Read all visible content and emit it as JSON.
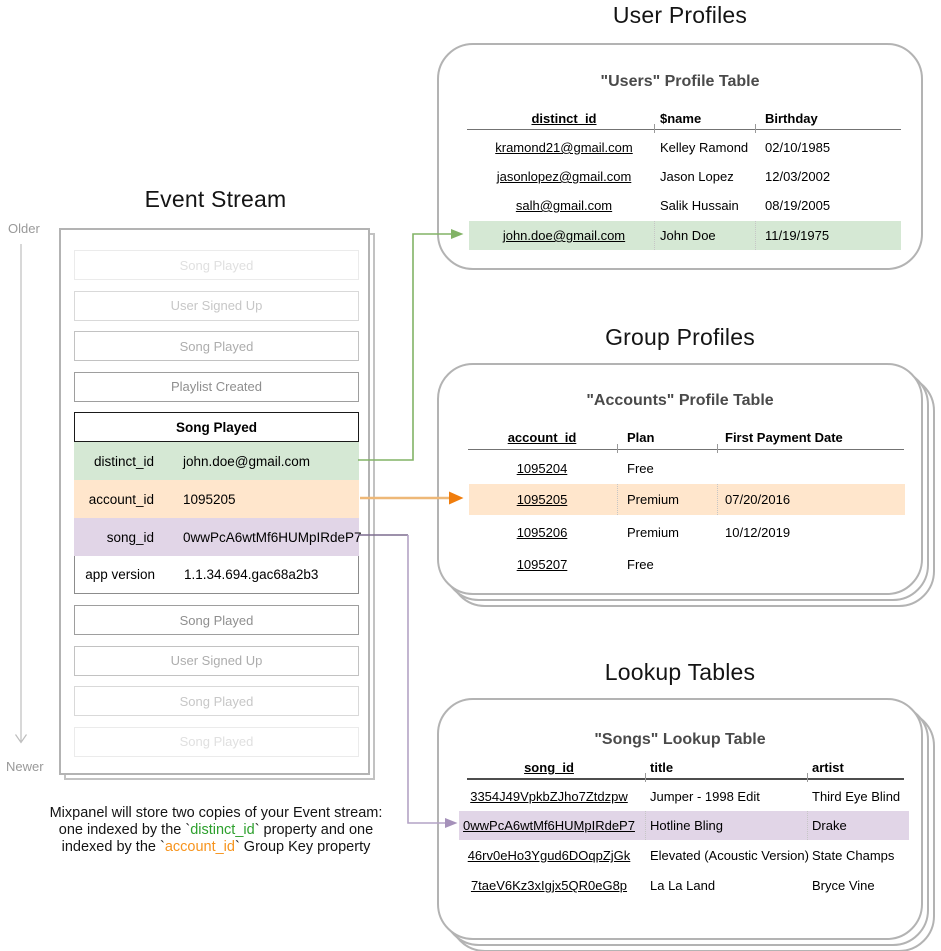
{
  "colors": {
    "green_fill": "#d5e8d4",
    "orange_fill": "#ffe6cc",
    "purple_fill": "#e1d5e7",
    "green_arrow": "#82b366",
    "orange_arrow": "#f07d0c",
    "purple_arrow": "#b4a3c5",
    "note_green_text": "#2da02d",
    "note_orange_text": "#f7941d",
    "card_border": "#b3b3b3"
  },
  "event_stream": {
    "title": "Event Stream",
    "older_label": "Older",
    "newer_label": "Newer",
    "events_before": [
      {
        "label": "Song Played",
        "fade": 1
      },
      {
        "label": "User Signed Up",
        "fade": 2
      },
      {
        "label": "Song Played",
        "fade": 3
      },
      {
        "label": "Playlist Created",
        "fade": 4
      }
    ],
    "expanded_event": {
      "title": "Song Played",
      "properties": [
        {
          "key": "distinct_id",
          "value": "john.doe@gmail.com",
          "hl": "green"
        },
        {
          "key": "account_id",
          "value": "1095205",
          "hl": "orange"
        },
        {
          "key": "song_id",
          "value": "0wwPcA6wtMf6HUMpIRdeP7",
          "hl": "purple"
        },
        {
          "key": "app version",
          "value": "1.1.34.694.gac68a2b3",
          "hl": "none"
        }
      ]
    },
    "events_after": [
      {
        "label": "Song Played",
        "fade": 4
      },
      {
        "label": "User Signed Up",
        "fade": 3
      },
      {
        "label": "Song Played",
        "fade": 2
      },
      {
        "label": "Song Played",
        "fade": 1
      }
    ]
  },
  "note": {
    "line1": "Mixpanel will store two copies of your Event stream:",
    "line2_pre": "one indexed by the `",
    "line2_code": "distinct_id",
    "line2_post": "` property and one",
    "line3_pre": "indexed by the `",
    "line3_code": "account_id",
    "line3_post": "` Group Key property"
  },
  "user_profiles": {
    "section_title": "User Profiles",
    "table_title": "\"Users\" Profile Table",
    "columns": [
      "distinct_id",
      "$name",
      "Birthday"
    ],
    "rows": [
      {
        "cells": [
          "kramond21@gmail.com",
          "Kelley Ramond",
          "02/10/1985"
        ],
        "hl": ""
      },
      {
        "cells": [
          "jasonlopez@gmail.com",
          "Jason Lopez",
          "12/03/2002"
        ],
        "hl": ""
      },
      {
        "cells": [
          "salh@gmail.com",
          "Salik Hussain",
          "08/19/2005"
        ],
        "hl": ""
      },
      {
        "cells": [
          "john.doe@gmail.com",
          "John Doe",
          "11/19/1975"
        ],
        "hl": "green"
      }
    ]
  },
  "group_profiles": {
    "section_title": "Group Profiles",
    "table_title": "\"Accounts\" Profile Table",
    "columns": [
      "account_id",
      "Plan",
      "First Payment Date"
    ],
    "rows": [
      {
        "cells": [
          "1095204",
          "Free",
          ""
        ],
        "hl": ""
      },
      {
        "cells": [
          "1095205",
          "Premium",
          "07/20/2016"
        ],
        "hl": "orange"
      },
      {
        "cells": [
          "1095206",
          "Premium",
          "10/12/2019"
        ],
        "hl": ""
      },
      {
        "cells": [
          "1095207",
          "Free",
          ""
        ],
        "hl": ""
      }
    ]
  },
  "lookup_tables": {
    "section_title": "Lookup Tables",
    "table_title": "\"Songs\" Lookup Table",
    "columns": [
      "song_id",
      "title",
      "artist"
    ],
    "rows": [
      {
        "cells": [
          "3354J49VpkbZJho7Ztdzpw",
          "Jumper - 1998 Edit",
          "Third Eye Blind"
        ],
        "hl": ""
      },
      {
        "cells": [
          "0wwPcA6wtMf6HUMpIRdeP7",
          "Hotline Bling",
          "Drake"
        ],
        "hl": "purple"
      },
      {
        "cells": [
          "46rv0eHo3Ygud6DOqpZjGk",
          "Elevated (Acoustic Version)",
          "State Champs"
        ],
        "hl": ""
      },
      {
        "cells": [
          "7taeV6Kz3xIgjx5QR0eG8p",
          "La La Land",
          "Bryce Vine"
        ],
        "hl": ""
      }
    ]
  },
  "connectors": [
    {
      "from": "distinct_id event property",
      "to": "Users profile table highlighted row",
      "color": "#82b366"
    },
    {
      "from": "account_id event property",
      "to": "Accounts profile table highlighted row",
      "color": "#f07d0c"
    },
    {
      "from": "song_id event property",
      "to": "Songs lookup table highlighted row",
      "color": "#b4a3c5"
    }
  ]
}
